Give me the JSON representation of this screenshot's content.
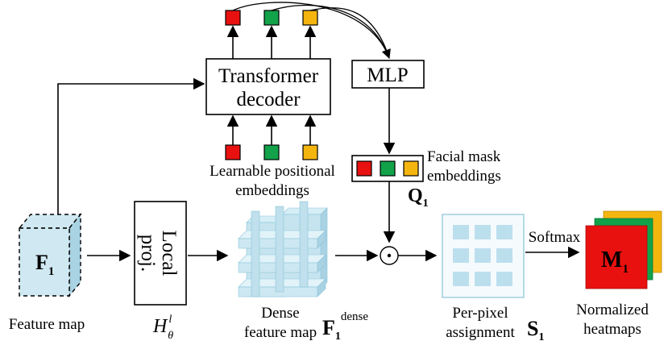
{
  "transformer_decoder": {
    "line1": "Transformer",
    "line2": "decoder"
  },
  "mlp": {
    "label": "MLP"
  },
  "learnable_embeddings": {
    "line1": "Learnable positional",
    "line2": "embeddings"
  },
  "facial_mask_embeddings": {
    "line1": "Facial mask",
    "line2": "embeddings",
    "symbol": "Q",
    "subscript": "1"
  },
  "feature_map": {
    "symbol": "F",
    "subscript": "1",
    "caption": "Feature map"
  },
  "local_proj": {
    "line1": "Local",
    "line2": "proj.",
    "symbol": "H",
    "superscript": "l",
    "subscript": "θ"
  },
  "dense_feature_map": {
    "line1": "Dense",
    "line2": "feature map",
    "symbol": "F",
    "subscript": "1",
    "superscript": "dense"
  },
  "operator": {
    "symbol": "⊙"
  },
  "per_pixel_assignment": {
    "line1": "Per-pixel",
    "line2": "assignment",
    "symbol": "S",
    "subscript": "1"
  },
  "softmax": {
    "label": "Softmax"
  },
  "normalized_heatmaps": {
    "symbol": "M",
    "subscript": "1",
    "line1": "Normalized",
    "line2": "heatmaps"
  },
  "colors": {
    "red": "#e8110f",
    "green": "#12a24a",
    "yellow": "#f5b50f",
    "cube": "#cfe8f2",
    "cube_side": "#a9d2e2",
    "grid": "#bcdfee"
  }
}
